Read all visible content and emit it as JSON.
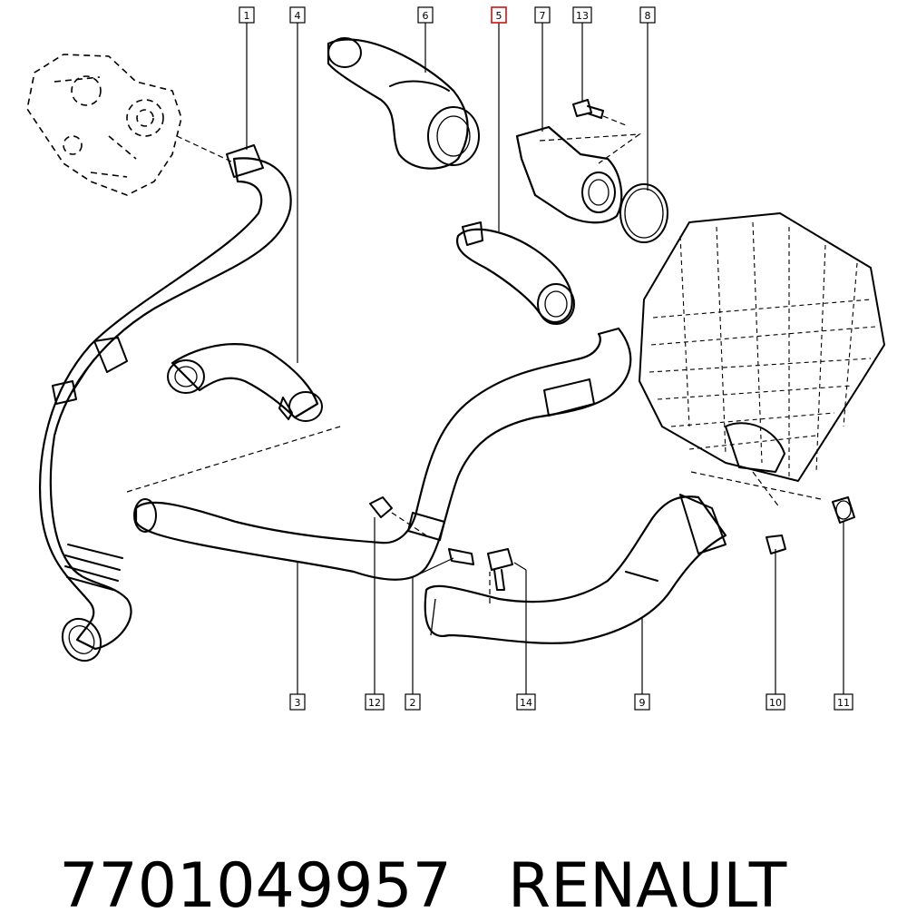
{
  "callouts": [
    "1",
    "4",
    "6",
    "5",
    "7",
    "13",
    "8",
    "3",
    "12",
    "2",
    "14",
    "9",
    "10",
    "11"
  ],
  "highlighted_callout": "5",
  "part_number": "7701049957",
  "brand": "RENAULT",
  "highlight_color": "#d11111"
}
